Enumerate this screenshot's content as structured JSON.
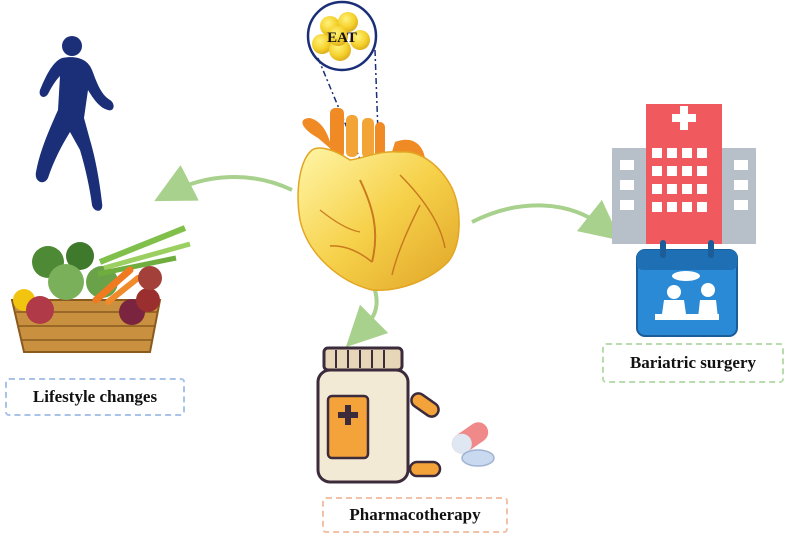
{
  "eat": {
    "label": "EAT"
  },
  "labels": {
    "lifestyle": "Lifestyle changes",
    "pharmacotherapy": "Pharmacotherapy",
    "bariatric": "Bariatric surgery"
  },
  "colors": {
    "arrow": "#a9d18e",
    "heart_body": "#f5c842",
    "heart_vessels": "#f08a24",
    "eat_bubble": "#f2d53c",
    "runner": "#1a2f78",
    "hospital_red": "#f0595e",
    "hospital_gray": "#b7c0c9",
    "calendar_blue": "#2a8ad6",
    "pill_bottle_cap": "#e8d6b8",
    "pill_bottle_label": "#f4a23a",
    "lifestyle_border": "#a9c3e8",
    "pharma_border": "#f2c2a8",
    "bariatric_border": "#b9dcae"
  },
  "icons": [
    "runner-icon",
    "vegetable-basket-icon",
    "heart-icon",
    "eat-fat-icon",
    "hospital-icon",
    "surgery-calendar-icon",
    "pill-bottle-icon",
    "capsule-icon"
  ]
}
